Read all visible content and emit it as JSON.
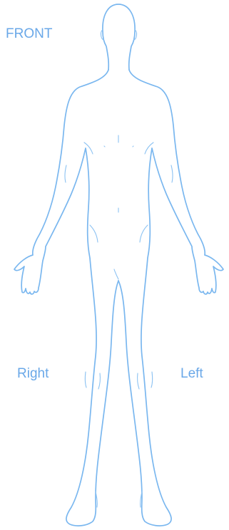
{
  "labels": {
    "front": "FRONT",
    "right": "Right",
    "left": "Left"
  },
  "colors": {
    "line": "#7ab7ef",
    "text": "#6aa8e8",
    "background": "#ffffff"
  }
}
